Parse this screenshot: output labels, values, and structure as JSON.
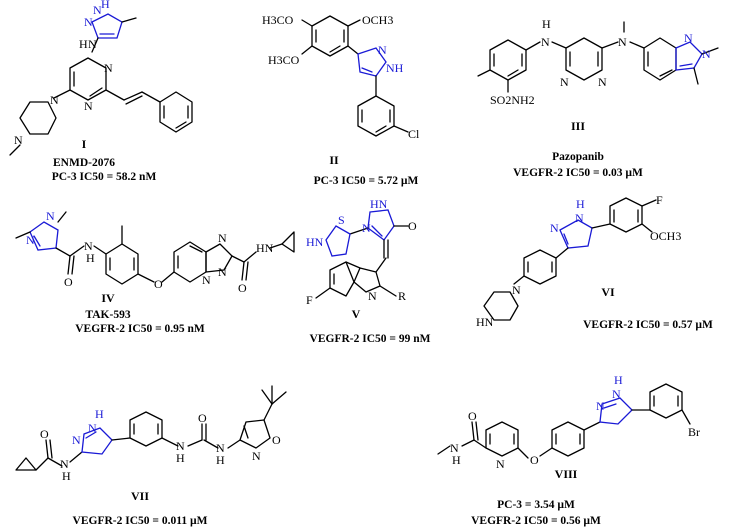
{
  "compounds": [
    {
      "id": "I",
      "name": "ENMD-2076",
      "activity": "PC-3  IC50 = 58.2 nM"
    },
    {
      "id": "II",
      "name": "",
      "activity": "PC-3  IC50 = 5.72 µM"
    },
    {
      "id": "III",
      "name": "Pazopanib",
      "activity": "VEGFR-2 IC50 = 0.03 µM"
    },
    {
      "id": "IV",
      "name": "TAK-593",
      "activity": "VEGFR-2 IC50 = 0.95 nM"
    },
    {
      "id": "V",
      "name": "",
      "activity": "VEGFR-2 IC50 = 99 nM"
    },
    {
      "id": "VI",
      "name": "",
      "activity": "VEGFR-2 IC50 = 0.57 µM"
    },
    {
      "id": "VII",
      "name": "",
      "activity": "VEGFR-2 IC50 = 0.011 µM"
    },
    {
      "id": "VIII",
      "name": "",
      "activity": "PC-3 = 3.54 µM",
      "activity2": "VEGFR-2 IC50 = 0.56 µM"
    }
  ],
  "atom_labels": {
    "I": {
      "pyrazole_nh": "N",
      "pyrazole_h": "H",
      "pyrazole_n": "N",
      "amine_h": "H",
      "amine_n": "N",
      "pyr_n1": "N",
      "pyr_n2": "N",
      "pip_n1": "N",
      "pip_n2": "N"
    },
    "II": {
      "ome1": "H3CO",
      "ome2": "OCH3",
      "ome3": "H3CO",
      "n1": "N",
      "nh": "NH",
      "cl": "Cl"
    },
    "III": {
      "nh_h": "H",
      "nh_n": "N",
      "pyr_n1": "N",
      "pyr_n2": "N",
      "nme": "N",
      "so2nh2": "SO2NH2",
      "ind_n1": "N",
      "ind_n2": "N"
    },
    "IV": {
      "n1": "N",
      "n2": "N",
      "nh": "N",
      "h": "H",
      "o_amide": "O",
      "o_ether": "O",
      "n3": "N",
      "n4": "N",
      "n5": "N",
      "hn": "HN",
      "o2": "O"
    },
    "V": {
      "hn": "HN",
      "n": "N",
      "o": "O",
      "s": "S",
      "hn2": "HN",
      "f": "F",
      "n_r": "N",
      "r": "R"
    },
    "VI": {
      "n": "N",
      "h": "H",
      "n2": "N",
      "f": "F",
      "och3": "OCH3",
      "n3": "N",
      "hn": "HN"
    },
    "VII": {
      "h": "H",
      "n": "N",
      "n2": "N",
      "nh": "N",
      "h2": "H",
      "o": "O",
      "o2": "O",
      "h3": "H",
      "n3": "N",
      "n4": "N",
      "n5": "N",
      "h4": "H",
      "o3": "O"
    },
    "VIII": {
      "h": "H",
      "n": "N",
      "n2": "N",
      "o": "O",
      "nh": "N",
      "h2": "H",
      "npy": "N",
      "o2": "O",
      "br": "Br"
    }
  }
}
